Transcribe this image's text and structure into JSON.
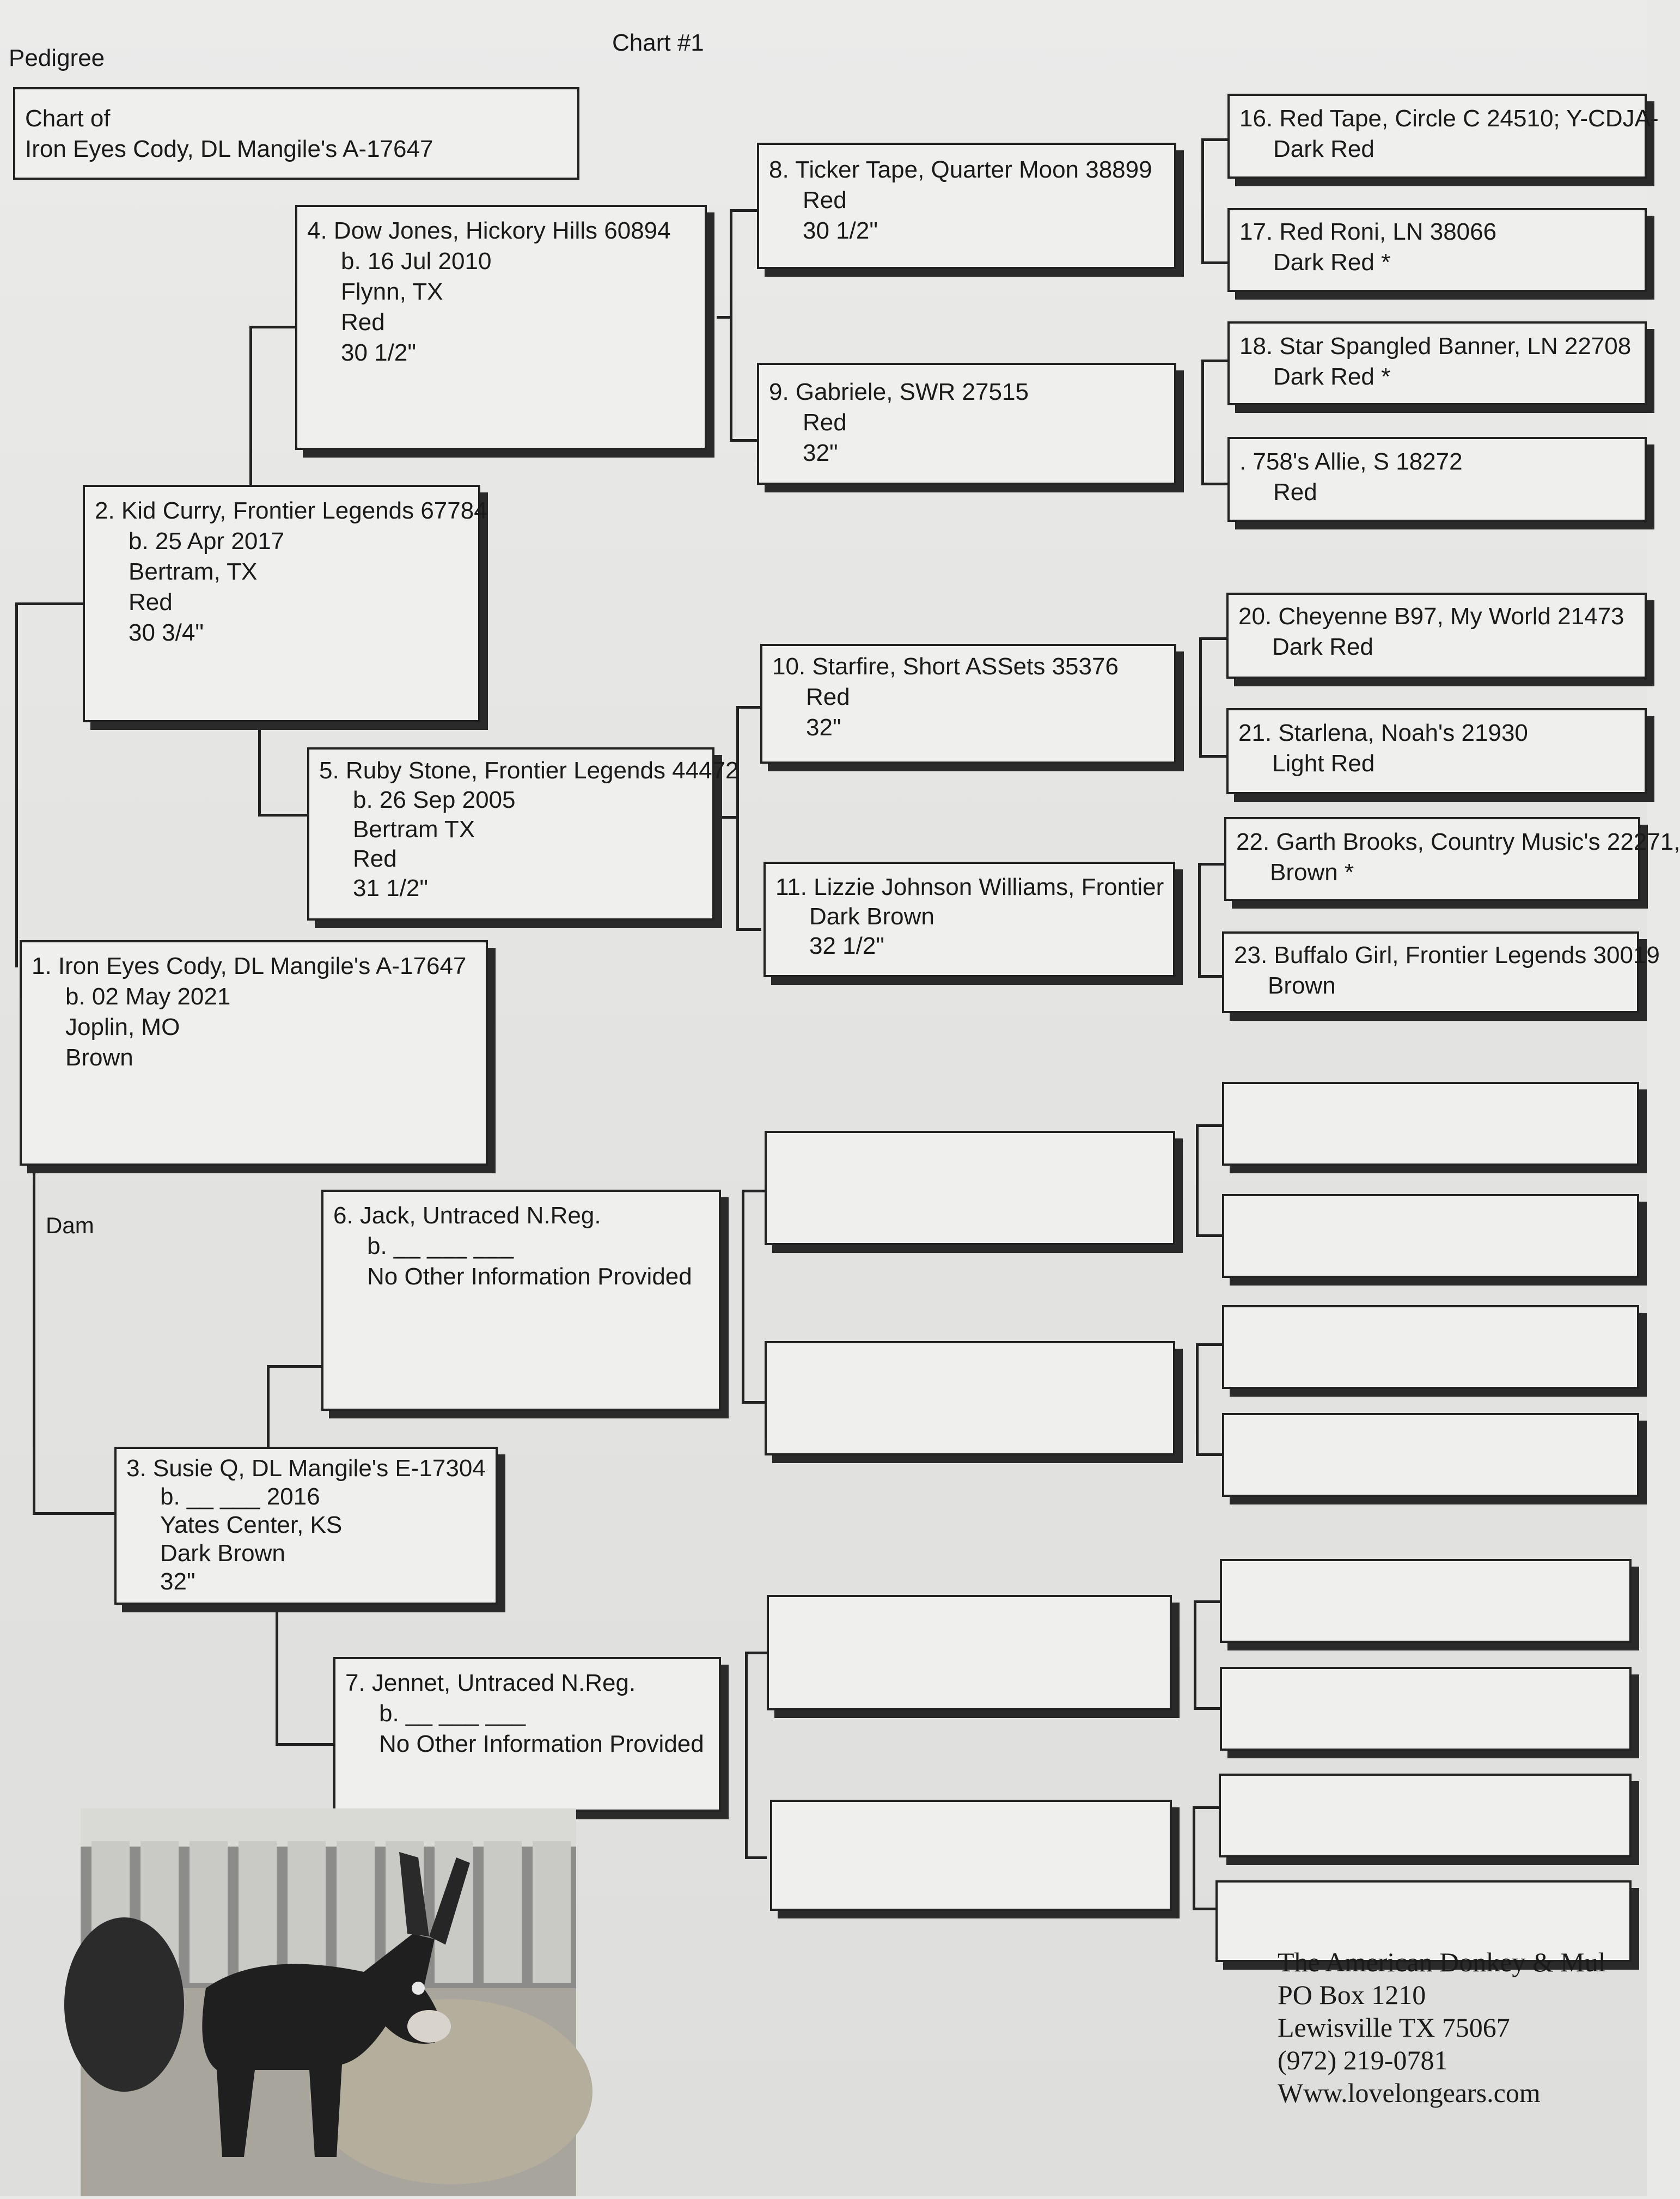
{
  "header": {
    "pedigree": "Pedigree",
    "chart_no": "Chart #1"
  },
  "chart_of": {
    "line1": "Chart of",
    "line2": "Iron Eyes Cody, DL Mangile's A-17647"
  },
  "dam_label": "Dam",
  "animals": {
    "a1": [
      "1. Iron Eyes Cody, DL Mangile's A-17647",
      "b. 02 May 2021",
      "Joplin, MO",
      "Brown"
    ],
    "a2": [
      "2. Kid Curry, Frontier Legends 67784",
      "b. 25 Apr 2017",
      "Bertram, TX",
      "Red",
      "30 3/4\""
    ],
    "a3": [
      "3. Susie Q, DL Mangile's E-17304",
      "b. __ ___ 2016",
      "Yates Center, KS",
      "Dark Brown",
      "32\""
    ],
    "a4": [
      "4. Dow Jones, Hickory Hills 60894",
      "b. 16 Jul 2010",
      "Flynn, TX",
      "Red",
      "30 1/2\""
    ],
    "a5": [
      "5. Ruby Stone, Frontier Legends 44472",
      "b. 26 Sep 2005",
      "Bertram TX",
      "Red",
      "31 1/2\""
    ],
    "a6": [
      "6. Jack, Untraced N.Reg.",
      "b. __ ___ ___",
      "No Other Information Provided"
    ],
    "a7": [
      "7. Jennet, Untraced N.Reg.",
      "b. __ ___ ___",
      "No Other Information Provided"
    ],
    "a8": [
      "8. Ticker Tape, Quarter Moon 38899",
      "Red",
      "30 1/2\""
    ],
    "a9": [
      "9. Gabriele, SWR 27515",
      "Red",
      "32\""
    ],
    "a10": [
      "10. Starfire, Short ASSets 35376",
      "Red",
      "32\""
    ],
    "a11": [
      "11. Lizzie Johnson Williams, Frontier",
      "Dark Brown",
      "32 1/2\""
    ],
    "a16": [
      "16. Red Tape, Circle C 24510; Y-CDJA-",
      "Dark Red"
    ],
    "a17": [
      "17. Red Roni, LN 38066",
      "Dark Red *"
    ],
    "a18": [
      "18. Star Spangled Banner, LN 22708",
      "Dark Red *"
    ],
    "a19": [
      ". 758's Allie, S 18272",
      "Red"
    ],
    "a20": [
      "20. Cheyenne B97, My World 21473",
      "Dark Red"
    ],
    "a21": [
      "21. Starlena, Noah's 21930",
      "Light Red"
    ],
    "a22": [
      "22. Garth Brooks, Country Music's 22271,",
      "Brown *"
    ],
    "a23": [
      "23. Buffalo Girl, Frontier Legends 30019",
      "Brown"
    ]
  },
  "address": {
    "line1": "The American Donkey & Mul",
    "line2": "PO Box 1210",
    "line3": "Lewisville TX 75067",
    "line4": "(972) 219-0781",
    "line5": "Www.lovelongears.com"
  }
}
